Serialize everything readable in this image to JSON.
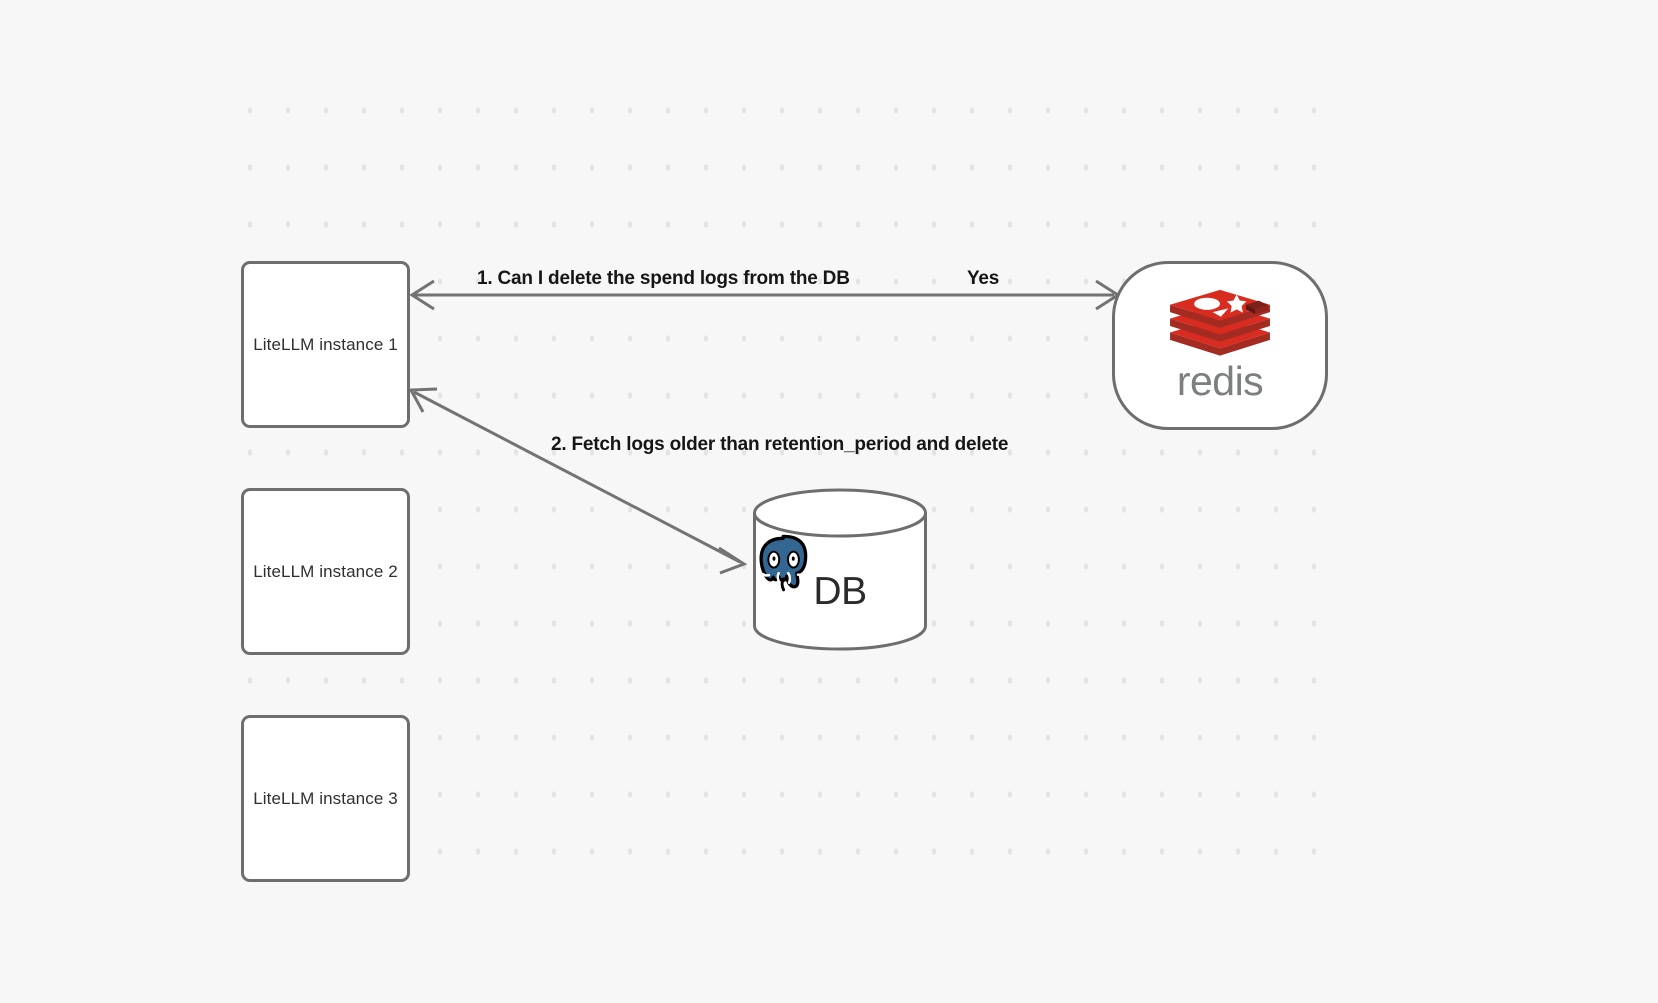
{
  "canvas": {
    "background_color": "#f7f7f7",
    "grid_dot_color": "#e3e4e6",
    "node_border_color": "#6e6e6e",
    "edge_color": "#737373"
  },
  "nodes": [
    {
      "id": "litellm-1",
      "label": "LiteLLM instance 1",
      "type": "box"
    },
    {
      "id": "litellm-2",
      "label": "LiteLLM instance 2",
      "type": "box"
    },
    {
      "id": "litellm-3",
      "label": "LiteLLM instance 3",
      "type": "box"
    },
    {
      "id": "redis",
      "label": "redis",
      "type": "rounded-card",
      "icon": "redis-stack-logo",
      "logo_colors": [
        "#d82c20",
        "#a32b22",
        "#7c211a"
      ]
    },
    {
      "id": "db",
      "label": "DB",
      "type": "cylinder",
      "icon": "postgresql-elephant-logo",
      "logo_color": "#336791"
    }
  ],
  "edges": [
    {
      "id": "edge-redis-litellm1",
      "from": "redis",
      "to": "litellm-1",
      "label": "1.  Can I delete the spend logs from the DB",
      "reply_label": "Yes",
      "arrowheads": "both"
    },
    {
      "id": "edge-litellm1-db",
      "from": "litellm-1",
      "to": "db",
      "label": "2.  Fetch logs older than retention_period and delete",
      "arrowheads": "both"
    }
  ]
}
